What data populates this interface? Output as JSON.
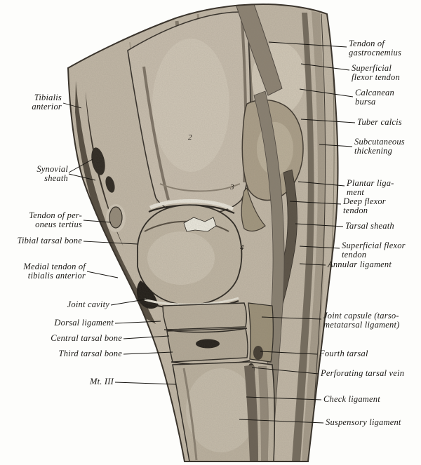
{
  "figure": {
    "description": "Sagittal section anatomical plate of the hock (tarsus) with labeled structures"
  },
  "figure_numbers": [
    {
      "value": "2"
    },
    {
      "value": "3"
    },
    {
      "value": "4"
    }
  ],
  "labels_left": [
    {
      "text": "Tibialis\nanterior"
    },
    {
      "text": "Synovial\nsheath"
    },
    {
      "text": "Tendon of per-\noneus tertius"
    },
    {
      "text": "Tibial tarsal bone"
    },
    {
      "text": "Medial tendon of\ntibialis anterior"
    },
    {
      "text": "Joint cavity"
    },
    {
      "text": "Dorsal ligament"
    },
    {
      "text": "Central tarsal bone"
    },
    {
      "text": "Third tarsal bone"
    },
    {
      "text": "Mt. III"
    }
  ],
  "labels_right": [
    {
      "text": "Tendon of\ngastrocnemius"
    },
    {
      "text": "Superficial\nflexor tendon"
    },
    {
      "text": "Calcanean\nbursa"
    },
    {
      "text": "Tuber calcis"
    },
    {
      "text": "Subcutaneous\nthickening"
    },
    {
      "text": "Plantar liga-\nment"
    },
    {
      "text": "Deep flexor\ntendon"
    },
    {
      "text": "Tarsal sheath"
    },
    {
      "text": "Superficial flexor\ntendon"
    },
    {
      "text": "Annular ligament"
    },
    {
      "text": "Joint capsule (tarso-\nmetatarsal ligament)"
    },
    {
      "text": "Fourth tarsal"
    },
    {
      "text": "Perforating tarsal vein"
    },
    {
      "text": "Check ligament"
    },
    {
      "text": "Suspensory ligament"
    }
  ]
}
